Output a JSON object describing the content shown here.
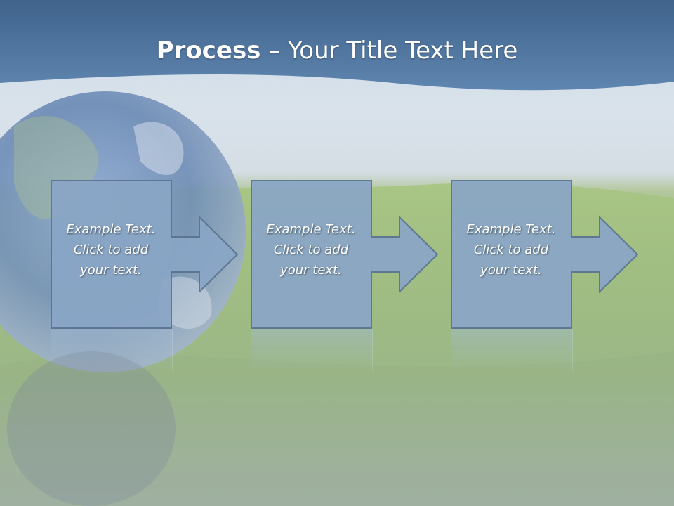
{
  "slide": {
    "title_bold": "Process",
    "title_rest": " – Your Title Text Here"
  },
  "steps": [
    {
      "line1": "Example Text.",
      "line2": "Click  to add",
      "line3": "your text."
    },
    {
      "line1": "Example Text.",
      "line2": "Click  to add",
      "line3": "your text."
    },
    {
      "line1": "Example Text.",
      "line2": "Click  to add",
      "line3": "your text."
    }
  ],
  "colors": {
    "header_band": "#4a6f97",
    "step_fill": "#8aa6c6",
    "step_stroke": "#5a7391"
  }
}
